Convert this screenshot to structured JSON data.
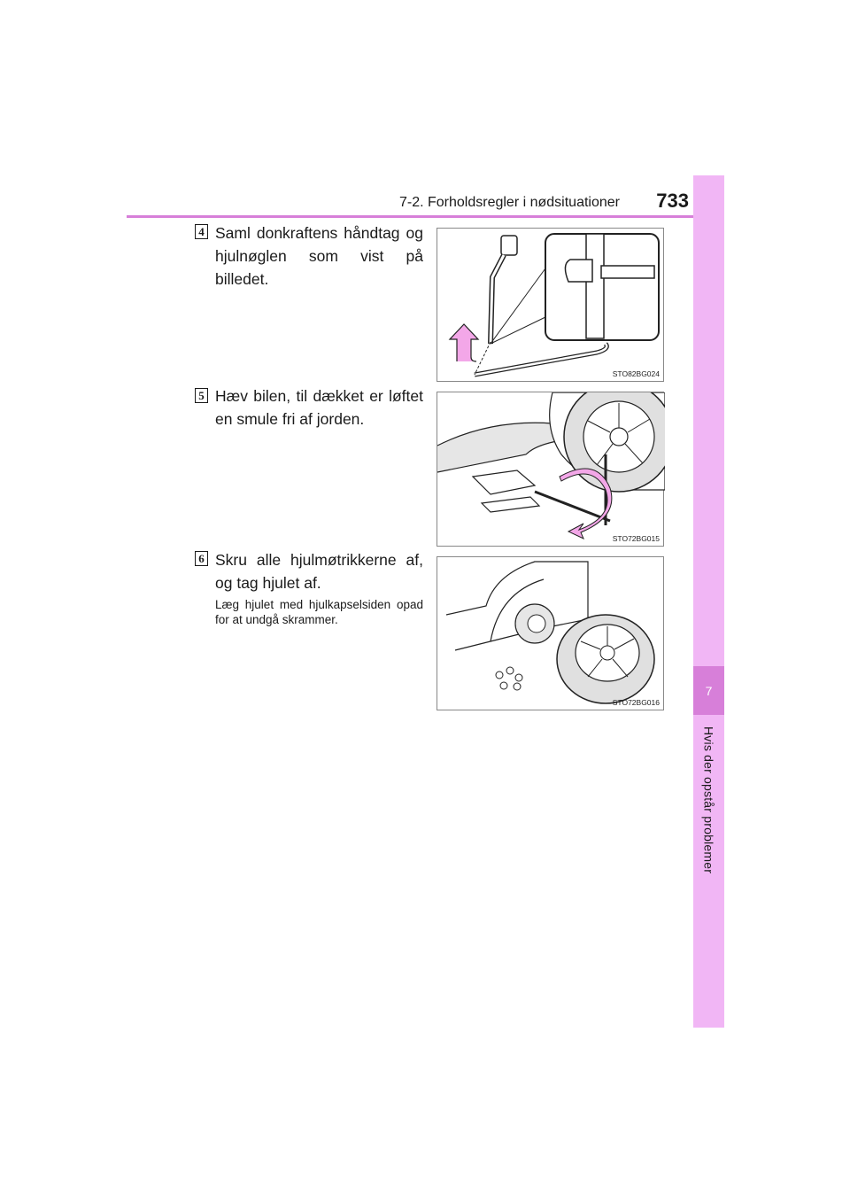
{
  "header": {
    "section": "7-2. Forholdsregler i nødsituationer",
    "page_number": "733"
  },
  "side_tab": {
    "chapter_number": "7",
    "chapter_title": "Hvis der opstår problemer"
  },
  "steps": [
    {
      "number": "4",
      "text": "Saml donkraftens håndtag og hjulnøglen som vist på billedet.",
      "figure_code": "STO82BG024"
    },
    {
      "number": "5",
      "text": "Hæv bilen, til dækket er løftet en smule fri af jorden.",
      "figure_code": "STO72BG015"
    },
    {
      "number": "6",
      "text": "Skru alle hjulmøtrikkerne af, og tag hjulet af.",
      "note": "Læg hjulet med hjulkapselsiden opad for at undgå skrammer.",
      "figure_code": "STO72BG016"
    }
  ],
  "colors": {
    "accent": "#d77fd9",
    "tab": "#f1b6f5",
    "arrow": "#f3a7e8"
  }
}
